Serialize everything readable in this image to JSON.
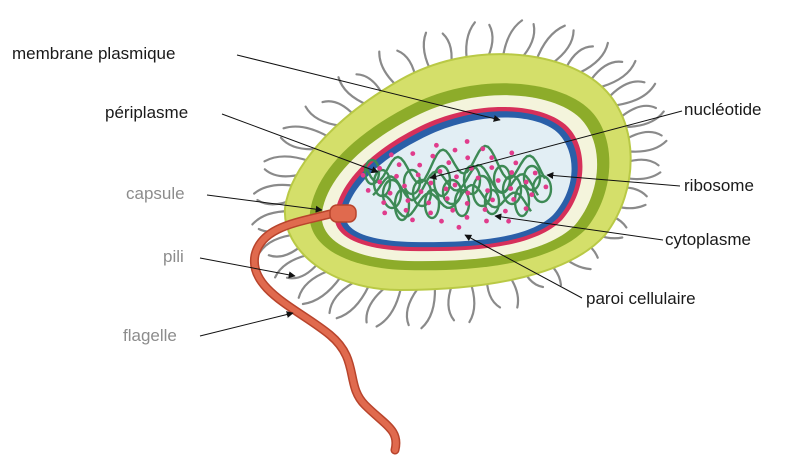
{
  "labels": {
    "membrane": "membrane plasmique",
    "periplasme": "périplasme",
    "capsule": "capsule",
    "pili": "pili",
    "flagelle": "flagelle",
    "nucleotide": "nucléotide",
    "ribosome": "ribosome",
    "cytoplasme": "cytoplasme",
    "paroi": "paroi cellulaire"
  },
  "colors": {
    "label_dark": "#1a1a1a",
    "label_gray": "#8c8c8c",
    "capsule": "#d4df6a",
    "capsule_edge": "#b9c945",
    "wall_green": "#8dac2a",
    "periplasm": "#f4f4dc",
    "membrane_red": "#d6305a",
    "membrane_blue": "#2a5fa8",
    "cytoplasm": "#e2eef4",
    "dna": "#3d8a55",
    "ribosome": "#e03c8c",
    "flagellum": "#e06a4e",
    "pili": "#8a8a8a"
  }
}
